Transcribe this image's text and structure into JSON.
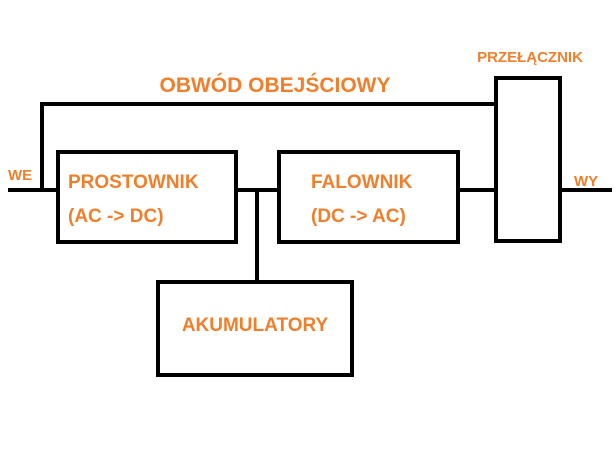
{
  "colors": {
    "label": "#f07f2c",
    "line": "#000000",
    "background": "#ffffff"
  },
  "diagram": {
    "bypass_label": "OBWÓD OBEJŚCIOWY",
    "switch_label": "PRZEŁĄCZNIK",
    "input_label": "WE",
    "output_label": "WY",
    "rectifier": {
      "line1": "PROSTOWNIK",
      "line2": "(AC -> DC)"
    },
    "inverter": {
      "line1": "FALOWNIK",
      "line2": "(DC -> AC)"
    },
    "battery": {
      "line1": "AKUMULATORY"
    }
  }
}
